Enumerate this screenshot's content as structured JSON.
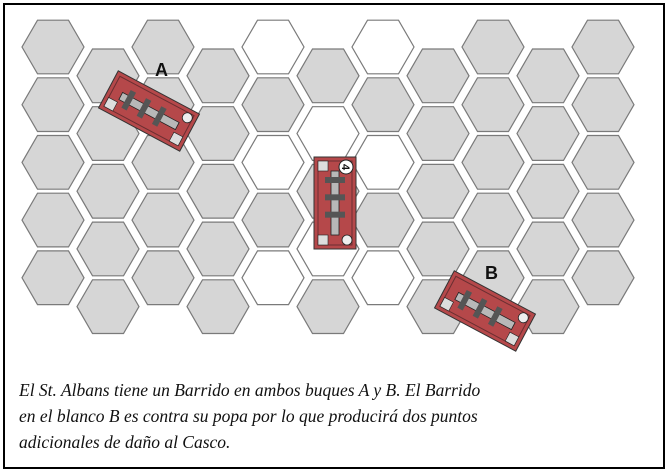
{
  "diagram": {
    "target_a_label": "A",
    "target_b_label": "B",
    "colors": {
      "hex_fill": "#d6d6d6",
      "hex_highlight": "#ffffff",
      "hex_stroke": "#7a7a7a",
      "ship_red": "#b5484a",
      "ship_dark": "#6a2e31",
      "ship_grey": "#b8b8b8"
    },
    "ships": [
      {
        "id": "target-a-ship",
        "icon": "ship-counter-icon"
      },
      {
        "id": "st-albans-ship",
        "icon": "ship-counter-icon",
        "speed_badge": "4"
      },
      {
        "id": "target-b-ship",
        "icon": "ship-counter-icon"
      }
    ]
  },
  "caption": {
    "line1": "El St. Albans tiene un Barrido en ambos buques A y B. El Barrido",
    "line2": "en el blanco B es contra su popa por lo que producirá dos puntos",
    "line3": "adicionales de daño al Casco."
  }
}
